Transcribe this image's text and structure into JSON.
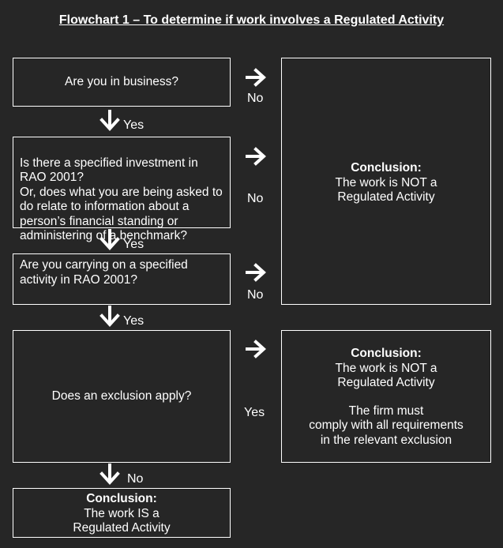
{
  "title": "Flowchart 1 – To determine if work involves a Regulated Activity",
  "questions": {
    "q1": "Are you in business?",
    "q2": "Is there a specified investment in RAO 2001?\nOr, does what you are being asked to do relate to information about a person’s financial standing or administering of a benchmark?",
    "q3": "Are you carrying on a specified activity in RAO 2001?",
    "q4": "Does an exclusion apply?"
  },
  "labels": {
    "no1": "No",
    "no2": "No",
    "no3": "No",
    "yes4": "Yes",
    "yes_down1": "Yes",
    "yes_down2": "Yes",
    "yes_down3": "Yes",
    "no_down4": "No"
  },
  "conclusion_not": {
    "heading": "Conclusion:",
    "line1": "The work is NOT a",
    "line2": "Regulated Activity"
  },
  "conclusion_exclusion": {
    "heading": "Conclusion:",
    "line1": "The work is NOT a",
    "line2": "Regulated Activity",
    "line3": "The firm must",
    "line4": "comply with all requirements",
    "line5": "in the relevant exclusion"
  },
  "conclusion_is": {
    "heading": "Conclusion:",
    "line1": "The work IS a",
    "line2": "Regulated Activity"
  },
  "icons": {
    "right": "arrow-right-icon",
    "down": "arrow-down-icon"
  },
  "colors": {
    "background": "#262626",
    "foreground": "#ffffff"
  }
}
